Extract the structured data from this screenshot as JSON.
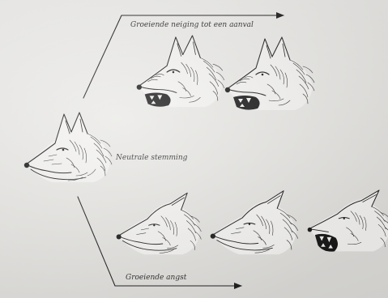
{
  "captions": {
    "top": "Groeiende neiging tot een aanval",
    "middle": "Neutrale stemming",
    "bottom": "Groeiende angst"
  }
}
